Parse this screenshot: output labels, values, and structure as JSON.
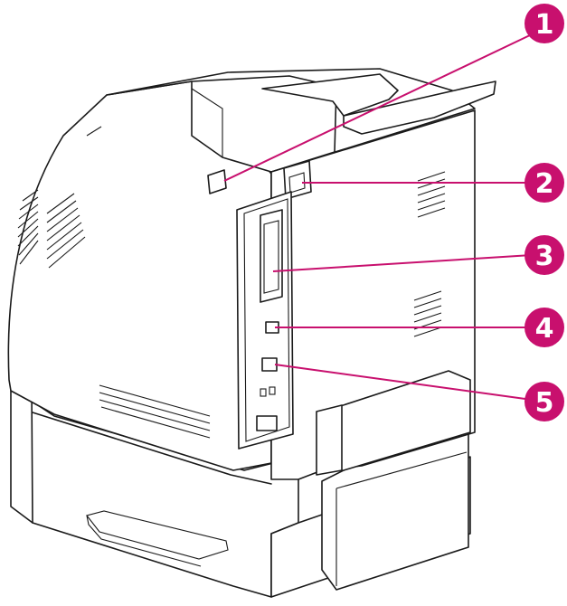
{
  "callouts": [
    {
      "label": "1"
    },
    {
      "label": "2"
    },
    {
      "label": "3"
    },
    {
      "label": "4"
    },
    {
      "label": "5"
    }
  ],
  "colors": {
    "accent": "#c8106e",
    "outline": "#1a1a1a",
    "background": "#ffffff"
  }
}
